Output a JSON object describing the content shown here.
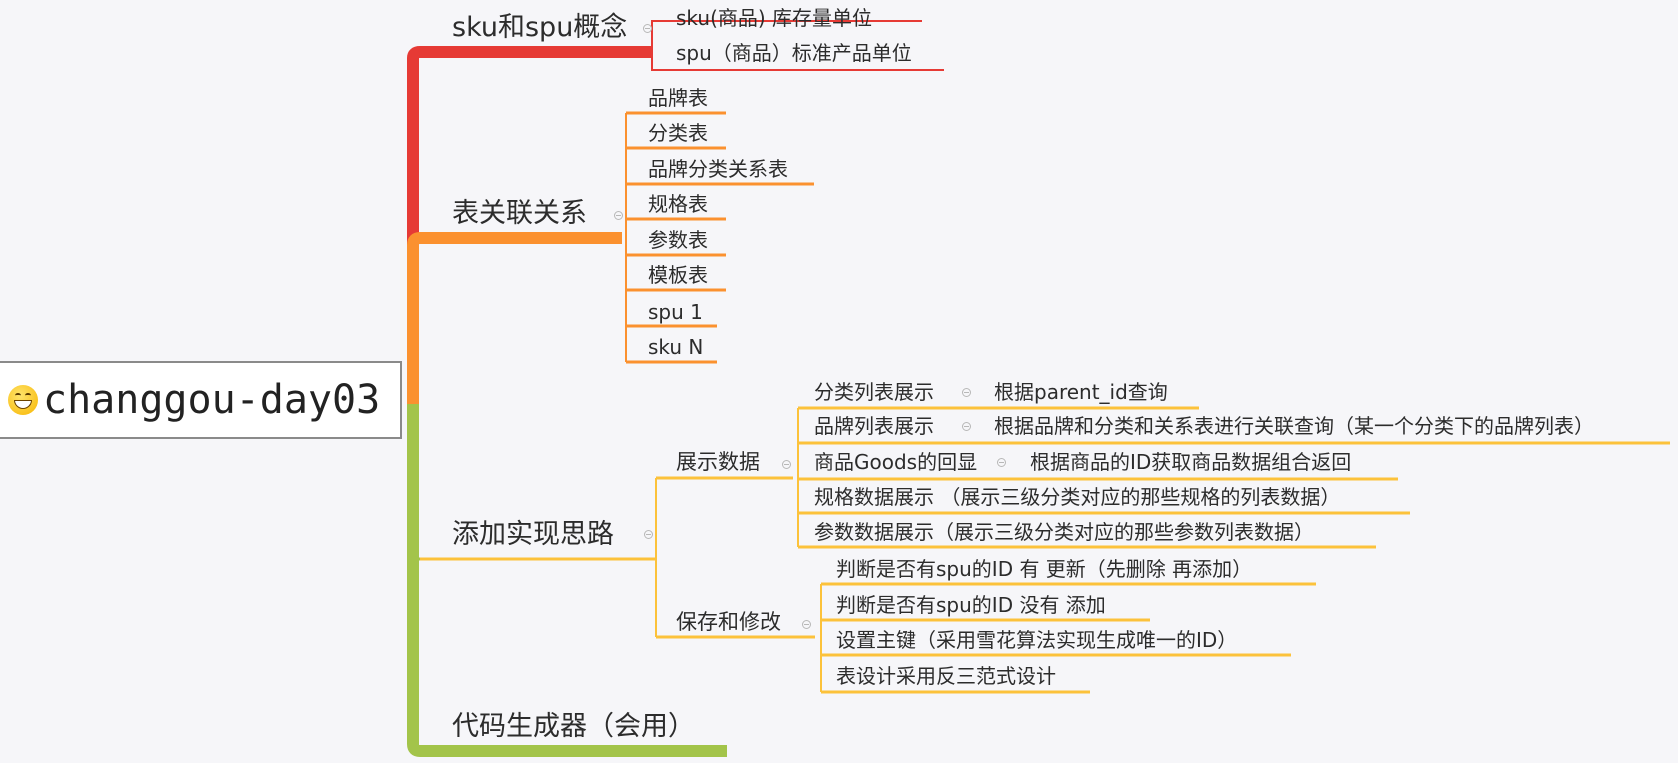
{
  "root": {
    "title": "changgou-day03",
    "emoji_icon": "grinning-face-icon"
  },
  "colors": {
    "red": "#e63a35",
    "orange": "#fb912f",
    "green": "#a3c44a",
    "yellow": "#fcc23b"
  },
  "branches": {
    "sku_spu": {
      "label": "sku和spu概念",
      "children": [
        "sku(商品) 库存量单位",
        "spu（商品）标准产品单位"
      ]
    },
    "tables": {
      "label": "表关联关系",
      "children": [
        "品牌表",
        "分类表",
        "品牌分类关系表",
        "规格表",
        "参数表",
        "模板表",
        "spu 1",
        "sku N"
      ]
    },
    "impl": {
      "label": "添加实现思路",
      "show": {
        "label": "展示数据",
        "items": [
          {
            "label": "分类列表展示",
            "detail": "根据parent_id查询"
          },
          {
            "label": "品牌列表展示",
            "detail": "根据品牌和分类和关系表进行关联查询（某一个分类下的品牌列表）"
          },
          {
            "label": "商品Goods的回显",
            "detail": "根据商品的ID获取商品数据组合返回"
          },
          {
            "label": "规格数据展示 （展示三级分类对应的那些规格的列表数据）"
          },
          {
            "label": "参数数据展示（展示三级分类对应的那些参数列表数据）"
          }
        ]
      },
      "save": {
        "label": "保存和修改",
        "items": [
          "判断是否有spu的ID 有 更新（先删除 再添加）",
          "判断是否有spu的ID 没有 添加",
          "设置主键（采用雪花算法实现生成唯一的ID）",
          "表设计采用反三范式设计"
        ]
      }
    },
    "codegen": {
      "label": "代码生成器（会用）"
    }
  }
}
